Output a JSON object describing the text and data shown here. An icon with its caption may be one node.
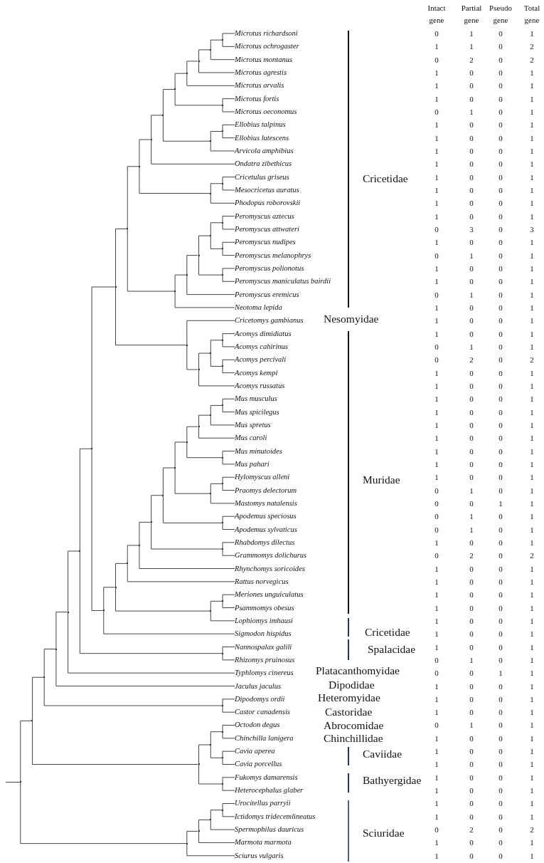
{
  "diagram": {
    "nodes": [
      {
        "text": [
          "Microtus richardsoni"
        ]
      },
      {
        "text": [
          "Microtus ochrogaster"
        ]
      },
      {
        "text": [
          "Microtus montanus"
        ]
      },
      {
        "text": [
          "Microtus agrestis"
        ]
      },
      {
        "text": [
          "Microtus arvalis"
        ]
      },
      {
        "text": [
          "Microtus fortis"
        ]
      },
      {
        "text": [
          "Microtus oeconomus"
        ]
      },
      {
        "text": [
          "Ellobius talpinus"
        ]
      },
      {
        "text": [
          "Ellobius lutescens"
        ]
      },
      {
        "text": [
          "Arvicola amphibius"
        ]
      },
      {
        "text": [
          "Ondatra zibethicus"
        ]
      },
      {
        "text": [
          "Cricetulus griseus"
        ]
      },
      {
        "text": [
          "Mesocricetus auratus"
        ]
      },
      {
        "text": [
          "Phodopus roborovskii"
        ]
      },
      {
        "text": [
          "Peromyscus aztecus"
        ]
      },
      {
        "text": [
          "Peromyscus attwateri"
        ]
      },
      {
        "text": [
          "Peromyscus nudipes"
        ]
      },
      {
        "text": [
          "Peromyscus melanophrys"
        ]
      },
      {
        "text": [
          "Peromyscus polionotus"
        ]
      },
      {
        "text": [
          "Peromyscus maniculatus bairdii"
        ]
      },
      {
        "text": [
          "Peromyscus eremicus"
        ]
      },
      {
        "text": [
          "Neotoma lepida"
        ]
      },
      {
        "text": [
          "Cricetomys gambianus"
        ]
      },
      {
        "text": [
          "Acomys dimidiatus"
        ]
      },
      {
        "text": [
          "Acomys cahirinus"
        ]
      },
      {
        "text": [
          "Acomys percivali"
        ]
      },
      {
        "text": [
          "Acomys kempi"
        ]
      },
      {
        "text": [
          "Acomys russatus"
        ]
      },
      {
        "text": [
          "Mus musculus"
        ]
      },
      {
        "text": [
          "Mus spicilegus"
        ]
      },
      {
        "text": [
          "Mus spretus"
        ]
      },
      {
        "text": [
          "Mus caroli"
        ]
      },
      {
        "text": [
          "Mus minutoides"
        ]
      },
      {
        "text": [
          "Mus pahari"
        ]
      },
      {
        "text": [
          "Hylomyscus alleni"
        ]
      },
      {
        "text": [
          "Praomys delectorum"
        ]
      },
      {
        "text": [
          "Mastomys natalensis"
        ]
      },
      {
        "text": [
          "Apodemus speciosus"
        ]
      },
      {
        "text": [
          "Apodemus sylvaticus"
        ]
      },
      {
        "text": [
          "Rhabdomys dilectus"
        ]
      },
      {
        "text": [
          "Grammomys dolichurus"
        ]
      },
      {
        "text": [
          "Rhynchomys soricoides"
        ]
      },
      {
        "text": [
          "Rattus norvegicus"
        ]
      },
      {
        "text": [
          "Meriones unguiculatus"
        ]
      },
      {
        "text": [
          "Psammomys obesus"
        ]
      },
      {
        "text": [
          "Lophiomys imhausi"
        ]
      },
      {
        "text": [
          "Sigmodon hispidus"
        ]
      },
      {
        "text": [
          "Nannospalax galili"
        ]
      },
      {
        "text": [
          "Rhizomys pruinosus"
        ]
      },
      {
        "text": [
          "Typhlomys cinereus"
        ]
      },
      {
        "text": [
          "Jaculus jaculus"
        ]
      },
      {
        "text": [
          "Dipodomys ordii"
        ]
      },
      {
        "text": [
          "Castor canadensis"
        ]
      },
      {
        "text": [
          "Octodon degus"
        ]
      },
      {
        "text": [
          "Chinchilla lanigera"
        ]
      },
      {
        "text": [
          "Cavia aperea"
        ]
      },
      {
        "text": [
          "Cavia porcellus"
        ]
      },
      {
        "text": [
          "Fukomys damarensis"
        ]
      },
      {
        "text": [
          "Heterocephalus glaber"
        ]
      },
      {
        "text": [
          "Urocitellus parryii"
        ]
      },
      {
        "text": [
          "Ictidomys tridecemlineatus"
        ]
      },
      {
        "text": [
          "Spermophilus dauricus"
        ]
      },
      {
        "text": [
          "Marmota marmota"
        ]
      },
      {
        "text": [
          "Sciurus vulgaris"
        ]
      },
      {
        "text": [],
        "shape": "point"
      },
      {
        "text": [],
        "shape": "point"
      },
      {
        "text": [],
        "shape": "point"
      },
      {
        "text": [],
        "shape": "point"
      },
      {
        "text": [],
        "shape": "point"
      },
      {
        "text": [],
        "shape": "point"
      },
      {
        "text": [],
        "shape": "point"
      },
      {
        "text": [],
        "shape": "point"
      },
      {
        "text": [],
        "shape": "point"
      },
      {
        "text": [],
        "shape": "point"
      },
      {
        "text": [],
        "shape": "point"
      },
      {
        "text": [],
        "shape": "point"
      },
      {
        "text": [],
        "shape": "point"
      },
      {
        "text": [],
        "shape": "point"
      },
      {
        "text": [],
        "shape": "point"
      },
      {
        "text": [],
        "shape": "point"
      },
      {
        "text": [],
        "shape": "point"
      },
      {
        "text": [],
        "shape": "point"
      },
      {
        "text": [],
        "shape": "point"
      },
      {
        "text": [],
        "shape": "point"
      },
      {
        "text": [],
        "shape": "point"
      },
      {
        "text": [],
        "shape": "point"
      },
      {
        "text": [],
        "shape": "point"
      },
      {
        "text": [],
        "shape": "point"
      },
      {
        "text": [],
        "shape": "point"
      },
      {
        "text": [],
        "shape": "point"
      },
      {
        "text": [],
        "shape": "point"
      },
      {
        "text": [],
        "shape": "point"
      },
      {
        "text": [],
        "shape": "point"
      },
      {
        "text": [],
        "shape": "point"
      },
      {
        "text": [],
        "shape": "point"
      },
      {
        "text": [],
        "shape": "point"
      },
      {
        "text": [],
        "shape": "point"
      },
      {
        "text": [],
        "shape": "point"
      },
      {
        "text": [],
        "shape": "point"
      },
      {
        "text": [],
        "shape": "point"
      },
      {
        "text": [],
        "shape": "point"
      },
      {
        "text": [],
        "shape": "point"
      },
      {
        "text": [],
        "shape": "point"
      },
      {
        "text": [],
        "shape": "point"
      },
      {
        "text": [],
        "shape": "point"
      },
      {
        "text": [],
        "shape": "point"
      },
      {
        "text": [],
        "shape": "point"
      },
      {
        "text": [],
        "shape": "point"
      },
      {
        "text": [],
        "shape": "point"
      },
      {
        "text": [],
        "shape": "point"
      },
      {
        "text": [],
        "shape": "point"
      },
      {
        "text": [],
        "shape": "point"
      },
      {
        "text": [],
        "shape": "point"
      },
      {
        "text": [],
        "shape": "point"
      },
      {
        "text": [],
        "shape": "point"
      },
      {
        "text": [],
        "shape": "point"
      },
      {
        "text": [],
        "shape": "point"
      },
      {
        "text": [],
        "shape": "point"
      },
      {
        "text": [],
        "shape": "point"
      },
      {
        "text": [],
        "shape": "point"
      },
      {
        "text": [],
        "shape": "point"
      },
      {
        "text": [],
        "shape": "point"
      },
      {
        "text": [],
        "shape": "point"
      },
      {
        "text": [],
        "shape": "point"
      },
      {
        "text": [],
        "shape": "point"
      },
      {
        "text": [],
        "shape": "point"
      },
      {
        "text": [],
        "shape": "point"
      }
    ],
    "edges": [
      {
        "from": 64,
        "to": 0,
        "arrow": "none"
      },
      {
        "from": 64,
        "to": 1,
        "arrow": "none"
      },
      {
        "from": 65,
        "to": 64,
        "arrow": "none"
      },
      {
        "from": 65,
        "to": 2,
        "arrow": "none"
      },
      {
        "from": 66,
        "to": 65,
        "arrow": "none"
      },
      {
        "from": 66,
        "to": 3,
        "arrow": "none"
      },
      {
        "from": 67,
        "to": 66,
        "arrow": "none"
      },
      {
        "from": 67,
        "to": 4,
        "arrow": "none"
      },
      {
        "from": 68,
        "to": 5,
        "arrow": "none"
      },
      {
        "from": 68,
        "to": 6,
        "arrow": "none"
      },
      {
        "from": 69,
        "to": 67,
        "arrow": "none"
      },
      {
        "from": 69,
        "to": 68,
        "arrow": "none"
      },
      {
        "from": 70,
        "to": 7,
        "arrow": "none"
      },
      {
        "from": 70,
        "to": 8,
        "arrow": "none"
      },
      {
        "from": 71,
        "to": 70,
        "arrow": "none"
      },
      {
        "from": 71,
        "to": 9,
        "arrow": "none"
      },
      {
        "from": 72,
        "to": 69,
        "arrow": "none"
      },
      {
        "from": 72,
        "to": 71,
        "arrow": "none"
      },
      {
        "from": 73,
        "to": 72,
        "arrow": "none"
      },
      {
        "from": 73,
        "to": 10,
        "arrow": "none"
      },
      {
        "from": 74,
        "to": 11,
        "arrow": "none"
      },
      {
        "from": 74,
        "to": 12,
        "arrow": "none"
      },
      {
        "from": 75,
        "to": 74,
        "arrow": "none"
      },
      {
        "from": 75,
        "to": 13,
        "arrow": "none"
      },
      {
        "from": 76,
        "to": 73,
        "arrow": "none"
      },
      {
        "from": 76,
        "to": 75,
        "arrow": "none"
      },
      {
        "from": 77,
        "to": 14,
        "arrow": "none"
      },
      {
        "from": 77,
        "to": 15,
        "arrow": "none"
      },
      {
        "from": 78,
        "to": 16,
        "arrow": "none"
      },
      {
        "from": 78,
        "to": 17,
        "arrow": "none"
      },
      {
        "from": 79,
        "to": 77,
        "arrow": "none"
      },
      {
        "from": 79,
        "to": 78,
        "arrow": "none"
      },
      {
        "from": 80,
        "to": 18,
        "arrow": "none"
      },
      {
        "from": 80,
        "to": 19,
        "arrow": "none"
      },
      {
        "from": 81,
        "to": 79,
        "arrow": "none"
      },
      {
        "from": 81,
        "to": 80,
        "arrow": "none"
      },
      {
        "from": 82,
        "to": 81,
        "arrow": "none"
      },
      {
        "from": 82,
        "to": 20,
        "arrow": "none"
      },
      {
        "from": 83,
        "to": 82,
        "arrow": "none"
      },
      {
        "from": 83,
        "to": 21,
        "arrow": "none"
      },
      {
        "from": 84,
        "to": 76,
        "arrow": "none"
      },
      {
        "from": 84,
        "to": 83,
        "arrow": "none"
      },
      {
        "from": 85,
        "to": 23,
        "arrow": "none"
      },
      {
        "from": 85,
        "to": 24,
        "arrow": "none"
      },
      {
        "from": 86,
        "to": 25,
        "arrow": "none"
      },
      {
        "from": 86,
        "to": 26,
        "arrow": "none"
      },
      {
        "from": 87,
        "to": 85,
        "arrow": "none"
      },
      {
        "from": 87,
        "to": 86,
        "arrow": "none"
      },
      {
        "from": 88,
        "to": 87,
        "arrow": "none"
      },
      {
        "from": 88,
        "to": 27,
        "arrow": "none"
      },
      {
        "from": 89,
        "to": 22,
        "arrow": "none"
      },
      {
        "from": 89,
        "to": 88,
        "arrow": "none"
      },
      {
        "from": 90,
        "to": 84,
        "arrow": "none"
      },
      {
        "from": 90,
        "to": 89,
        "arrow": "none"
      },
      {
        "from": 91,
        "to": 28,
        "arrow": "none"
      },
      {
        "from": 91,
        "to": 29,
        "arrow": "none"
      },
      {
        "from": 92,
        "to": 91,
        "arrow": "none"
      },
      {
        "from": 92,
        "to": 30,
        "arrow": "none"
      },
      {
        "from": 93,
        "to": 92,
        "arrow": "none"
      },
      {
        "from": 93,
        "to": 31,
        "arrow": "none"
      },
      {
        "from": 94,
        "to": 32,
        "arrow": "none"
      },
      {
        "from": 94,
        "to": 33,
        "arrow": "none"
      },
      {
        "from": 95,
        "to": 93,
        "arrow": "none"
      },
      {
        "from": 95,
        "to": 94,
        "arrow": "none"
      },
      {
        "from": 96,
        "to": 34,
        "arrow": "none"
      },
      {
        "from": 96,
        "to": 35,
        "arrow": "none"
      },
      {
        "from": 97,
        "to": 96,
        "arrow": "none"
      },
      {
        "from": 97,
        "to": 36,
        "arrow": "none"
      },
      {
        "from": 98,
        "to": 95,
        "arrow": "none"
      },
      {
        "from": 98,
        "to": 97,
        "arrow": "none"
      },
      {
        "from": 99,
        "to": 37,
        "arrow": "none"
      },
      {
        "from": 99,
        "to": 38,
        "arrow": "none"
      },
      {
        "from": 100,
        "to": 98,
        "arrow": "none"
      },
      {
        "from": 100,
        "to": 99,
        "arrow": "none"
      },
      {
        "from": 101,
        "to": 39,
        "arrow": "none"
      },
      {
        "from": 101,
        "to": 40,
        "arrow": "none"
      },
      {
        "from": 102,
        "to": 100,
        "arrow": "none"
      },
      {
        "from": 102,
        "to": 101,
        "arrow": "none"
      },
      {
        "from": 103,
        "to": 102,
        "arrow": "none"
      },
      {
        "from": 103,
        "to": 41,
        "arrow": "none"
      },
      {
        "from": 104,
        "to": 103,
        "arrow": "none"
      },
      {
        "from": 104,
        "to": 42,
        "arrow": "none"
      },
      {
        "from": 105,
        "to": 43,
        "arrow": "none"
      },
      {
        "from": 105,
        "to": 44,
        "arrow": "none"
      },
      {
        "from": 106,
        "to": 105,
        "arrow": "none"
      },
      {
        "from": 106,
        "to": 45,
        "arrow": "none"
      },
      {
        "from": 107,
        "to": 104,
        "arrow": "none"
      },
      {
        "from": 107,
        "to": 106,
        "arrow": "none"
      },
      {
        "from": 108,
        "to": 107,
        "arrow": "none"
      },
      {
        "from": 108,
        "to": 46,
        "arrow": "none"
      },
      {
        "from": 109,
        "to": 90,
        "arrow": "none"
      },
      {
        "from": 109,
        "to": 108,
        "arrow": "none"
      },
      {
        "from": 110,
        "to": 47,
        "arrow": "none"
      },
      {
        "from": 110,
        "to": 48,
        "arrow": "none"
      },
      {
        "from": 111,
        "to": 109,
        "arrow": "none"
      },
      {
        "from": 111,
        "to": 110,
        "arrow": "none"
      },
      {
        "from": 112,
        "to": 111,
        "arrow": "none"
      },
      {
        "from": 112,
        "to": 49,
        "arrow": "none"
      },
      {
        "from": 113,
        "to": 112,
        "arrow": "none"
      },
      {
        "from": 113,
        "to": 50,
        "arrow": "none"
      },
      {
        "from": 114,
        "to": 51,
        "arrow": "none"
      },
      {
        "from": 114,
        "to": 52,
        "arrow": "none"
      },
      {
        "from": 115,
        "to": 113,
        "arrow": "none"
      },
      {
        "from": 115,
        "to": 114,
        "arrow": "none"
      },
      {
        "from": 116,
        "to": 53,
        "arrow": "none"
      },
      {
        "from": 116,
        "to": 54,
        "arrow": "none"
      },
      {
        "from": 117,
        "to": 55,
        "arrow": "none"
      },
      {
        "from": 117,
        "to": 56,
        "arrow": "none"
      },
      {
        "from": 118,
        "to": 116,
        "arrow": "none"
      },
      {
        "from": 118,
        "to": 117,
        "arrow": "none"
      },
      {
        "from": 119,
        "to": 57,
        "arrow": "none"
      },
      {
        "from": 119,
        "to": 58,
        "arrow": "none"
      },
      {
        "from": 120,
        "to": 118,
        "arrow": "none"
      },
      {
        "from": 120,
        "to": 119,
        "arrow": "none"
      },
      {
        "from": 121,
        "to": 115,
        "arrow": "none"
      },
      {
        "from": 121,
        "to": 120,
        "arrow": "none"
      },
      {
        "from": 122,
        "to": 59,
        "arrow": "none"
      },
      {
        "from": 122,
        "to": 60,
        "arrow": "none"
      },
      {
        "from": 123,
        "to": 122,
        "arrow": "none"
      },
      {
        "from": 123,
        "to": 61,
        "arrow": "none"
      },
      {
        "from": 124,
        "to": 123,
        "arrow": "none"
      },
      {
        "from": 124,
        "to": 62,
        "arrow": "none"
      },
      {
        "from": 125,
        "to": 124,
        "arrow": "none"
      },
      {
        "from": 125,
        "to": 63,
        "arrow": "none"
      },
      {
        "from": 126,
        "to": 121,
        "arrow": "none"
      },
      {
        "from": 126,
        "to": 125,
        "arrow": "none"
      },
      {
        "from": null,
        "to": 126,
        "arrow": "none"
      }
    ],
    "labels": [
      "Intact gene",
      "Partial gene",
      "Pseudo gene",
      "Total gene",
      "0",
      "1",
      "0",
      "1",
      "1",
      "1",
      "0",
      "2",
      "0",
      "2",
      "0",
      "2",
      "1",
      "0",
      "0",
      "1",
      "1",
      "0",
      "0",
      "1",
      "1",
      "0",
      "0",
      "1",
      "0",
      "1",
      "0",
      "1",
      "1",
      "0",
      "0",
      "1",
      "1",
      "0",
      "0",
      "1",
      "1",
      "0",
      "0",
      "1",
      "1",
      "0",
      "0",
      "1",
      "1",
      "0",
      "0",
      "1",
      "1",
      "0",
      "0",
      "1",
      "1",
      "0",
      "0",
      "1",
      "1",
      "0",
      "0",
      "1",
      "0",
      "3",
      "0",
      "3",
      "1",
      "0",
      "0",
      "1",
      "0",
      "1",
      "0",
      "1",
      "1",
      "0",
      "0",
      "1",
      "1",
      "0",
      "0",
      "1",
      "0",
      "1",
      "0",
      "1",
      "1",
      "0",
      "0",
      "1",
      "1",
      "0",
      "0",
      "1",
      "1",
      "0",
      "0",
      "1",
      "0",
      "1",
      "0",
      "1",
      "0",
      "2",
      "0",
      "2",
      "1",
      "0",
      "0",
      "1",
      "1",
      "0",
      "0",
      "1",
      "1",
      "0",
      "0",
      "1",
      "1",
      "0",
      "0",
      "1",
      "1",
      "0",
      "0",
      "1",
      "1",
      "0",
      "0",
      "1",
      "1",
      "0",
      "0",
      "1",
      "1",
      "0",
      "0",
      "1",
      "1",
      "0",
      "0",
      "1",
      "0",
      "1",
      "0",
      "1",
      "0",
      "0",
      "1",
      "1",
      "0",
      "1",
      "0",
      "1",
      "0",
      "1",
      "0",
      "1",
      "1",
      "0",
      "0",
      "1",
      "0",
      "2",
      "0",
      "2",
      "1",
      "0",
      "0",
      "1",
      "1",
      "0",
      "0",
      "1",
      "1",
      "0",
      "0",
      "1",
      "1",
      "0",
      "0",
      "1",
      "1",
      "0",
      "0",
      "1",
      "1",
      "0",
      "0",
      "1",
      "1",
      "0",
      "0",
      "1",
      "0",
      "1",
      "0",
      "1",
      "0",
      "0",
      "1",
      "1",
      "1",
      "0",
      "0",
      "1",
      "1",
      "0",
      "0",
      "1",
      "1",
      "0",
      "0",
      "1",
      "0",
      "1",
      "0",
      "1",
      "1",
      "0",
      "0",
      "1",
      "1",
      "0",
      "0",
      "1",
      "1",
      "0",
      "0",
      "1",
      "1",
      "0",
      "0",
      "1",
      "1",
      "0",
      "0",
      "1",
      "1",
      "0",
      "0",
      "1",
      "1",
      "0",
      "0",
      "1",
      "0",
      "2",
      "0",
      "2",
      "1",
      "0",
      "0",
      "1",
      "1",
      "0",
      "0",
      "1",
      "Cricetidae",
      "Nesomyidae",
      "Muridae",
      "Cricetidae",
      "Spalacidae",
      "Platacanthomyidae",
      "Dipodidae",
      "Heteromyidae",
      "Castoridae",
      "Abrocomidae",
      "Chinchillidae",
      "Caviidae",
      "Bathyergidae",
      "Sciuridae"
    ]
  }
}
